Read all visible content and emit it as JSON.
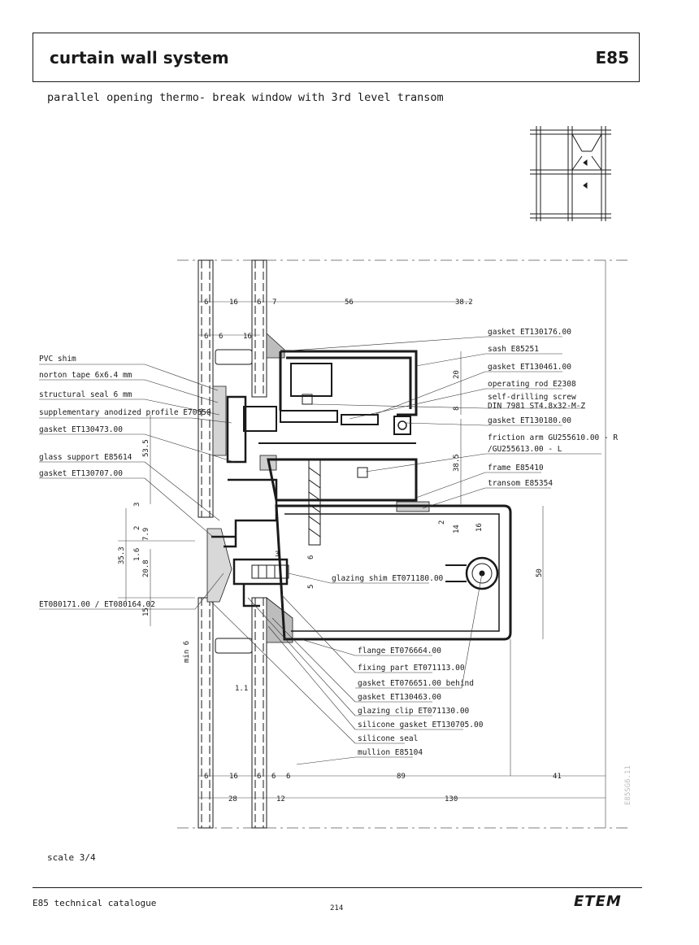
{
  "header": {
    "title": "curtain wall system",
    "code": "E85"
  },
  "subtitle": "parallel opening thermo- break window with 3rd level transom",
  "labels_left": [
    "PVC shim",
    "norton tape 6x6.4 mm",
    "structural seal 6 mm",
    "supplementary anodized profile E70650",
    "gasket ET130473.00",
    "glass support E85614",
    "gasket ET130707.00",
    "ET080171.00 / ET080164.02"
  ],
  "labels_right": [
    "gasket ET130176.00",
    "sash E85251",
    "gasket ET130461.00",
    "operating rod E2308",
    "self-drilling screw",
    "DIN 7981 ST4.8x32-M-Z",
    "gasket ET130180.00",
    "friction arm GU255610.00 - R",
    "/GU255613.00 - L",
    "frame E85410",
    "transom E85354"
  ],
  "label_glazing_shim": "glazing shim ET071180.00",
  "labels_bottom": [
    "flange ET076664.00",
    "fixing part ET071113.00",
    "gasket ET076651.00 behind",
    "gasket ET130463.00",
    "glazing clip ET071130.00",
    "silicone gasket ET130705.00",
    "silicone seal",
    "mullion E85104"
  ],
  "dims": {
    "top_row1": [
      "6",
      "16",
      "6",
      "7",
      "56",
      "38.2"
    ],
    "top_row2": [
      "6",
      "6",
      "16"
    ],
    "bottom_row1": [
      "6",
      "16",
      "6",
      "6",
      "6",
      "89",
      "41"
    ],
    "bottom_row2": [
      "28",
      "12",
      "130"
    ],
    "right_vert": [
      "20",
      "8",
      "38.5",
      "2",
      "14",
      "16",
      "50"
    ],
    "left_vert": [
      "53.5",
      "3",
      "2",
      "7.9",
      "1.6",
      "35.3",
      "20.8",
      "15",
      "min 6"
    ],
    "inner": [
      "3",
      "6",
      "5",
      "1.1"
    ]
  },
  "scale": "scale 3/4",
  "drawing_code": "E85SG6.11",
  "footer": {
    "catalogue": "E85 technical catalogue",
    "page": "214",
    "brand": "ETEM"
  }
}
